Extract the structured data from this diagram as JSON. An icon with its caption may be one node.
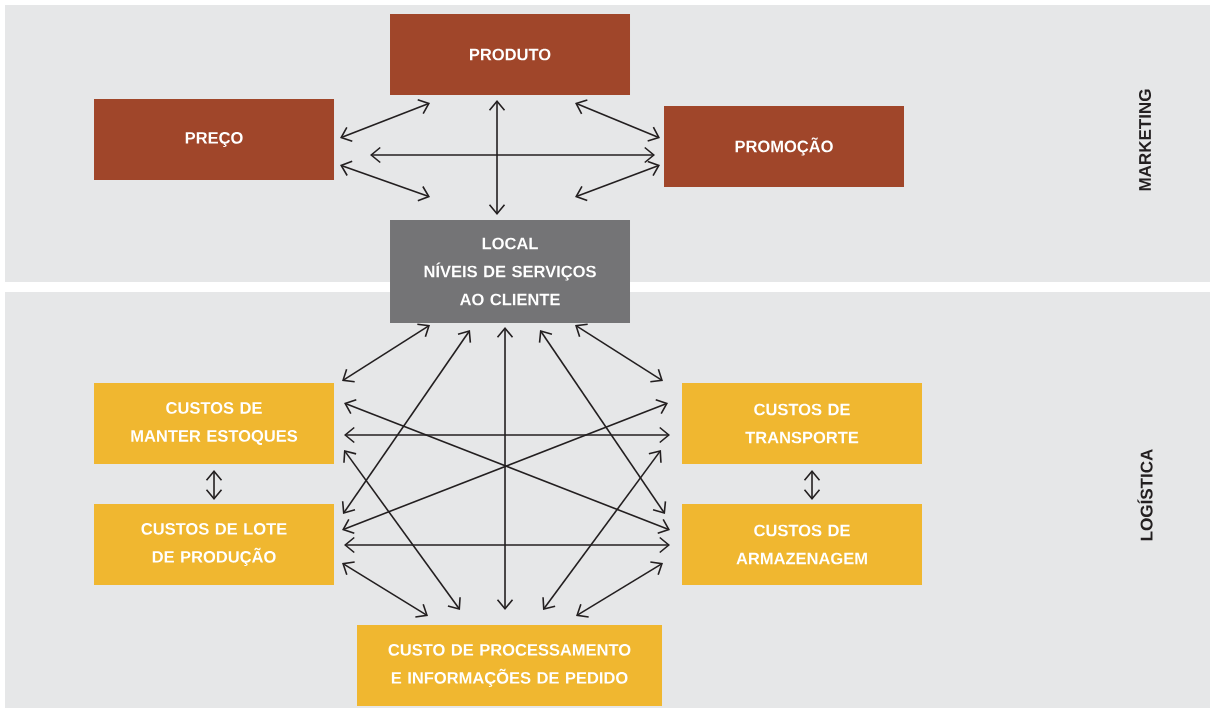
{
  "diagram": {
    "nodes": [
      {
        "text": [
          "MARKETING"
        ]
      },
      {
        "text": [
          "PRODUTO"
        ],
        "in": 0
      },
      {
        "text": [
          "PREÇO"
        ],
        "in": 0
      },
      {
        "text": [
          "PROMOÇÃO"
        ],
        "in": 0
      },
      {
        "text": [
          "LOCAL",
          "NÍVEIS DE SERVIÇOS AO CLIENTE"
        ]
      },
      {
        "text": [
          "LOGÍSTICA"
        ]
      },
      {
        "text": [
          "CUSTOS DE MANTER ESTOQUES"
        ],
        "in": 5
      },
      {
        "text": [
          "CUSTOS DE TRANSPORTE"
        ],
        "in": 5
      },
      {
        "text": [
          "CUSTOS DE LOTE DE PRODUÇÃO"
        ],
        "in": 5
      },
      {
        "text": [
          "CUSTOS DE ARMAZENAGEM"
        ],
        "in": 5
      },
      {
        "text": [
          "CUSTO DE PROCESSAMENTO E INFORMAÇÕES DE PEDIDO"
        ],
        "in": 5
      }
    ],
    "edges": [
      {
        "from": 2,
        "to": 1,
        "arrow": "both"
      },
      {
        "from": 2,
        "to": 3,
        "arrow": "both"
      },
      {
        "from": 2,
        "to": 4,
        "arrow": "both"
      },
      {
        "from": 1,
        "to": 4,
        "arrow": "both"
      },
      {
        "from": 3,
        "to": 1,
        "arrow": "both"
      },
      {
        "from": 3,
        "to": 4,
        "arrow": "both"
      },
      {
        "from": 4,
        "to": 6,
        "arrow": "both"
      },
      {
        "from": 4,
        "to": 8,
        "arrow": "both"
      },
      {
        "from": 4,
        "to": 10,
        "arrow": "both"
      },
      {
        "from": 4,
        "to": 9,
        "arrow": "both"
      },
      {
        "from": 4,
        "to": 7,
        "arrow": "both"
      },
      {
        "from": 6,
        "to": 8,
        "arrow": "both"
      },
      {
        "from": 7,
        "to": 9,
        "arrow": "both"
      },
      {
        "from": 6,
        "to": 7,
        "arrow": "both"
      },
      {
        "from": 8,
        "to": 9,
        "arrow": "both"
      },
      {
        "from": 6,
        "to": 9,
        "arrow": "both"
      },
      {
        "from": 8,
        "to": 7,
        "arrow": "both"
      },
      {
        "from": 6,
        "to": 10,
        "arrow": "both"
      },
      {
        "from": 8,
        "to": 10,
        "arrow": "both"
      },
      {
        "from": 7,
        "to": 10,
        "arrow": "both"
      },
      {
        "from": 9,
        "to": 10,
        "arrow": "both"
      }
    ]
  }
}
